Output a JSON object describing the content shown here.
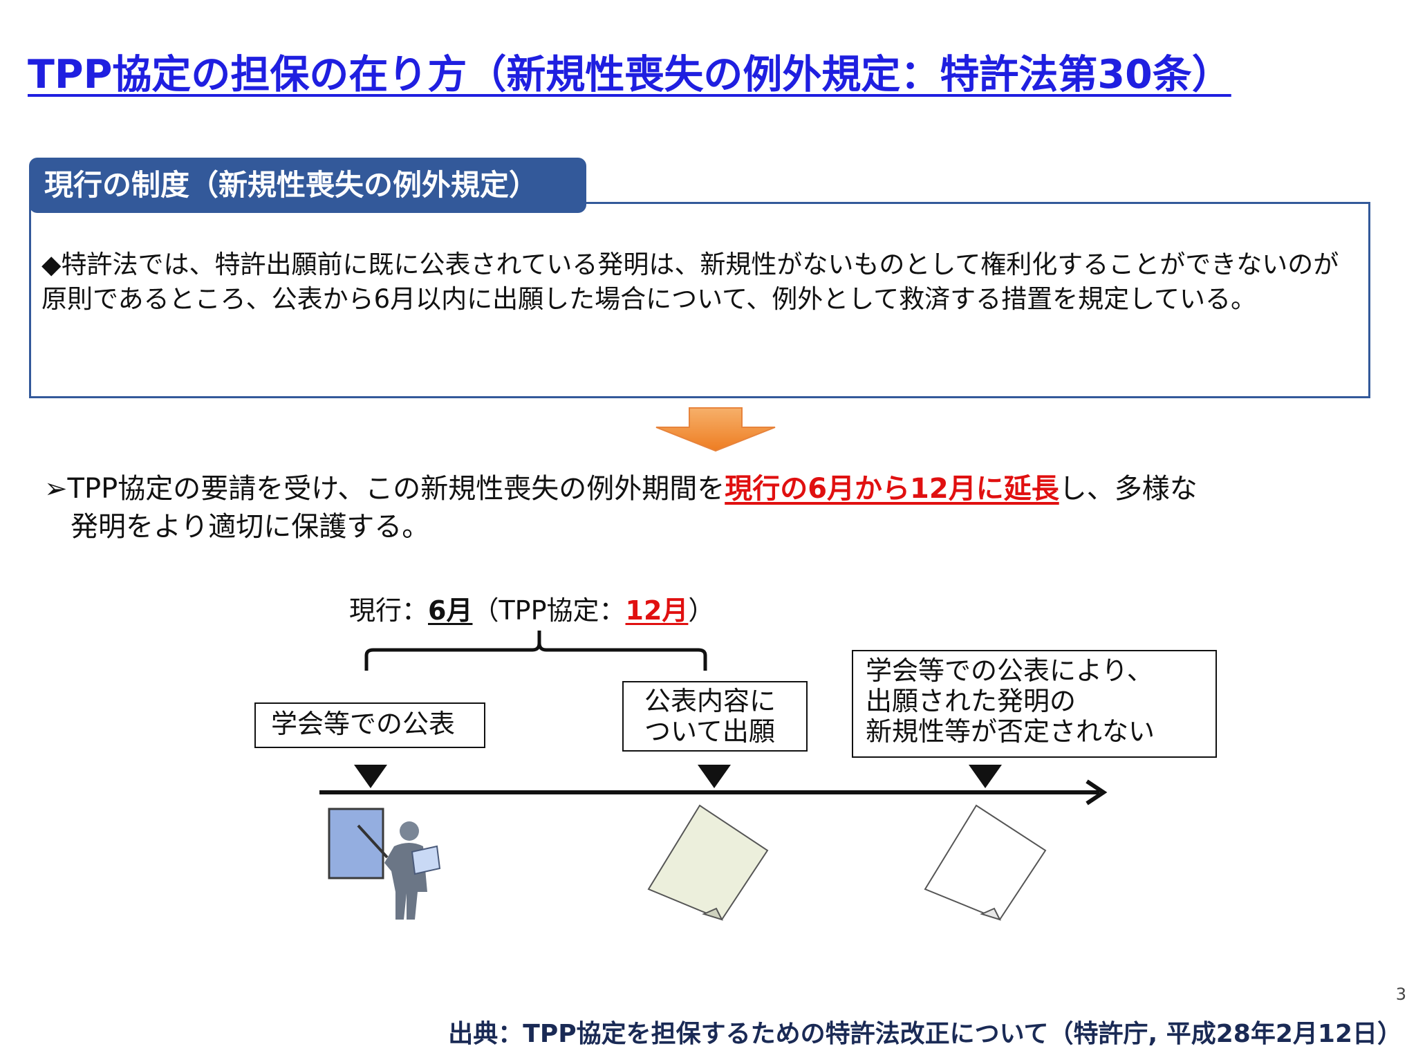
{
  "slide": {
    "title": "TPP協定の担保の在り方（新規性喪失の例外規定：特許法第30条）",
    "page_number": "3",
    "source": "出典：TPP協定を担保するための特許法改正について（特許庁, 平成28年2月12日）"
  },
  "current_system": {
    "tab_label": "現行の制度（新規性喪失の例外規定）",
    "text": "◆特許法では、特許出願前に既に公表されている発明は、新規性がないものとして権利化することができないのが原則であるところ、公表から6月以内に出願した場合について、例外として救済する措置を規定している。"
  },
  "bullet": {
    "marker": "➢",
    "text_before": "TPP協定の要請を受け、この新規性喪失の例外期間を",
    "text_highlight": "現行の6月から12月に延長",
    "text_after": "し、多様な",
    "text_line2": "発明をより適切に保護する。"
  },
  "timeline": {
    "period_prefix": "現行：",
    "period_current": "6月",
    "period_mid": "（TPP協定：",
    "period_tpp": "12月",
    "period_suffix": "）",
    "event1": "学会等での公表",
    "event2_line1": "公表内容に",
    "event2_line2": "ついて出願",
    "event3_line1": "学会等での公表により、",
    "event3_line2": "出願された発明の",
    "event3_line3": "新規性等が否定されない"
  },
  "colors": {
    "title": "#1f1fe0",
    "tab": "#33599a",
    "highlight": "#e01010",
    "arrow": "#f08a2c",
    "source": "#1a2a55"
  },
  "icons": {
    "presenter": "presenter-icon",
    "document_filed": "document-icon",
    "document_result": "document-icon"
  }
}
